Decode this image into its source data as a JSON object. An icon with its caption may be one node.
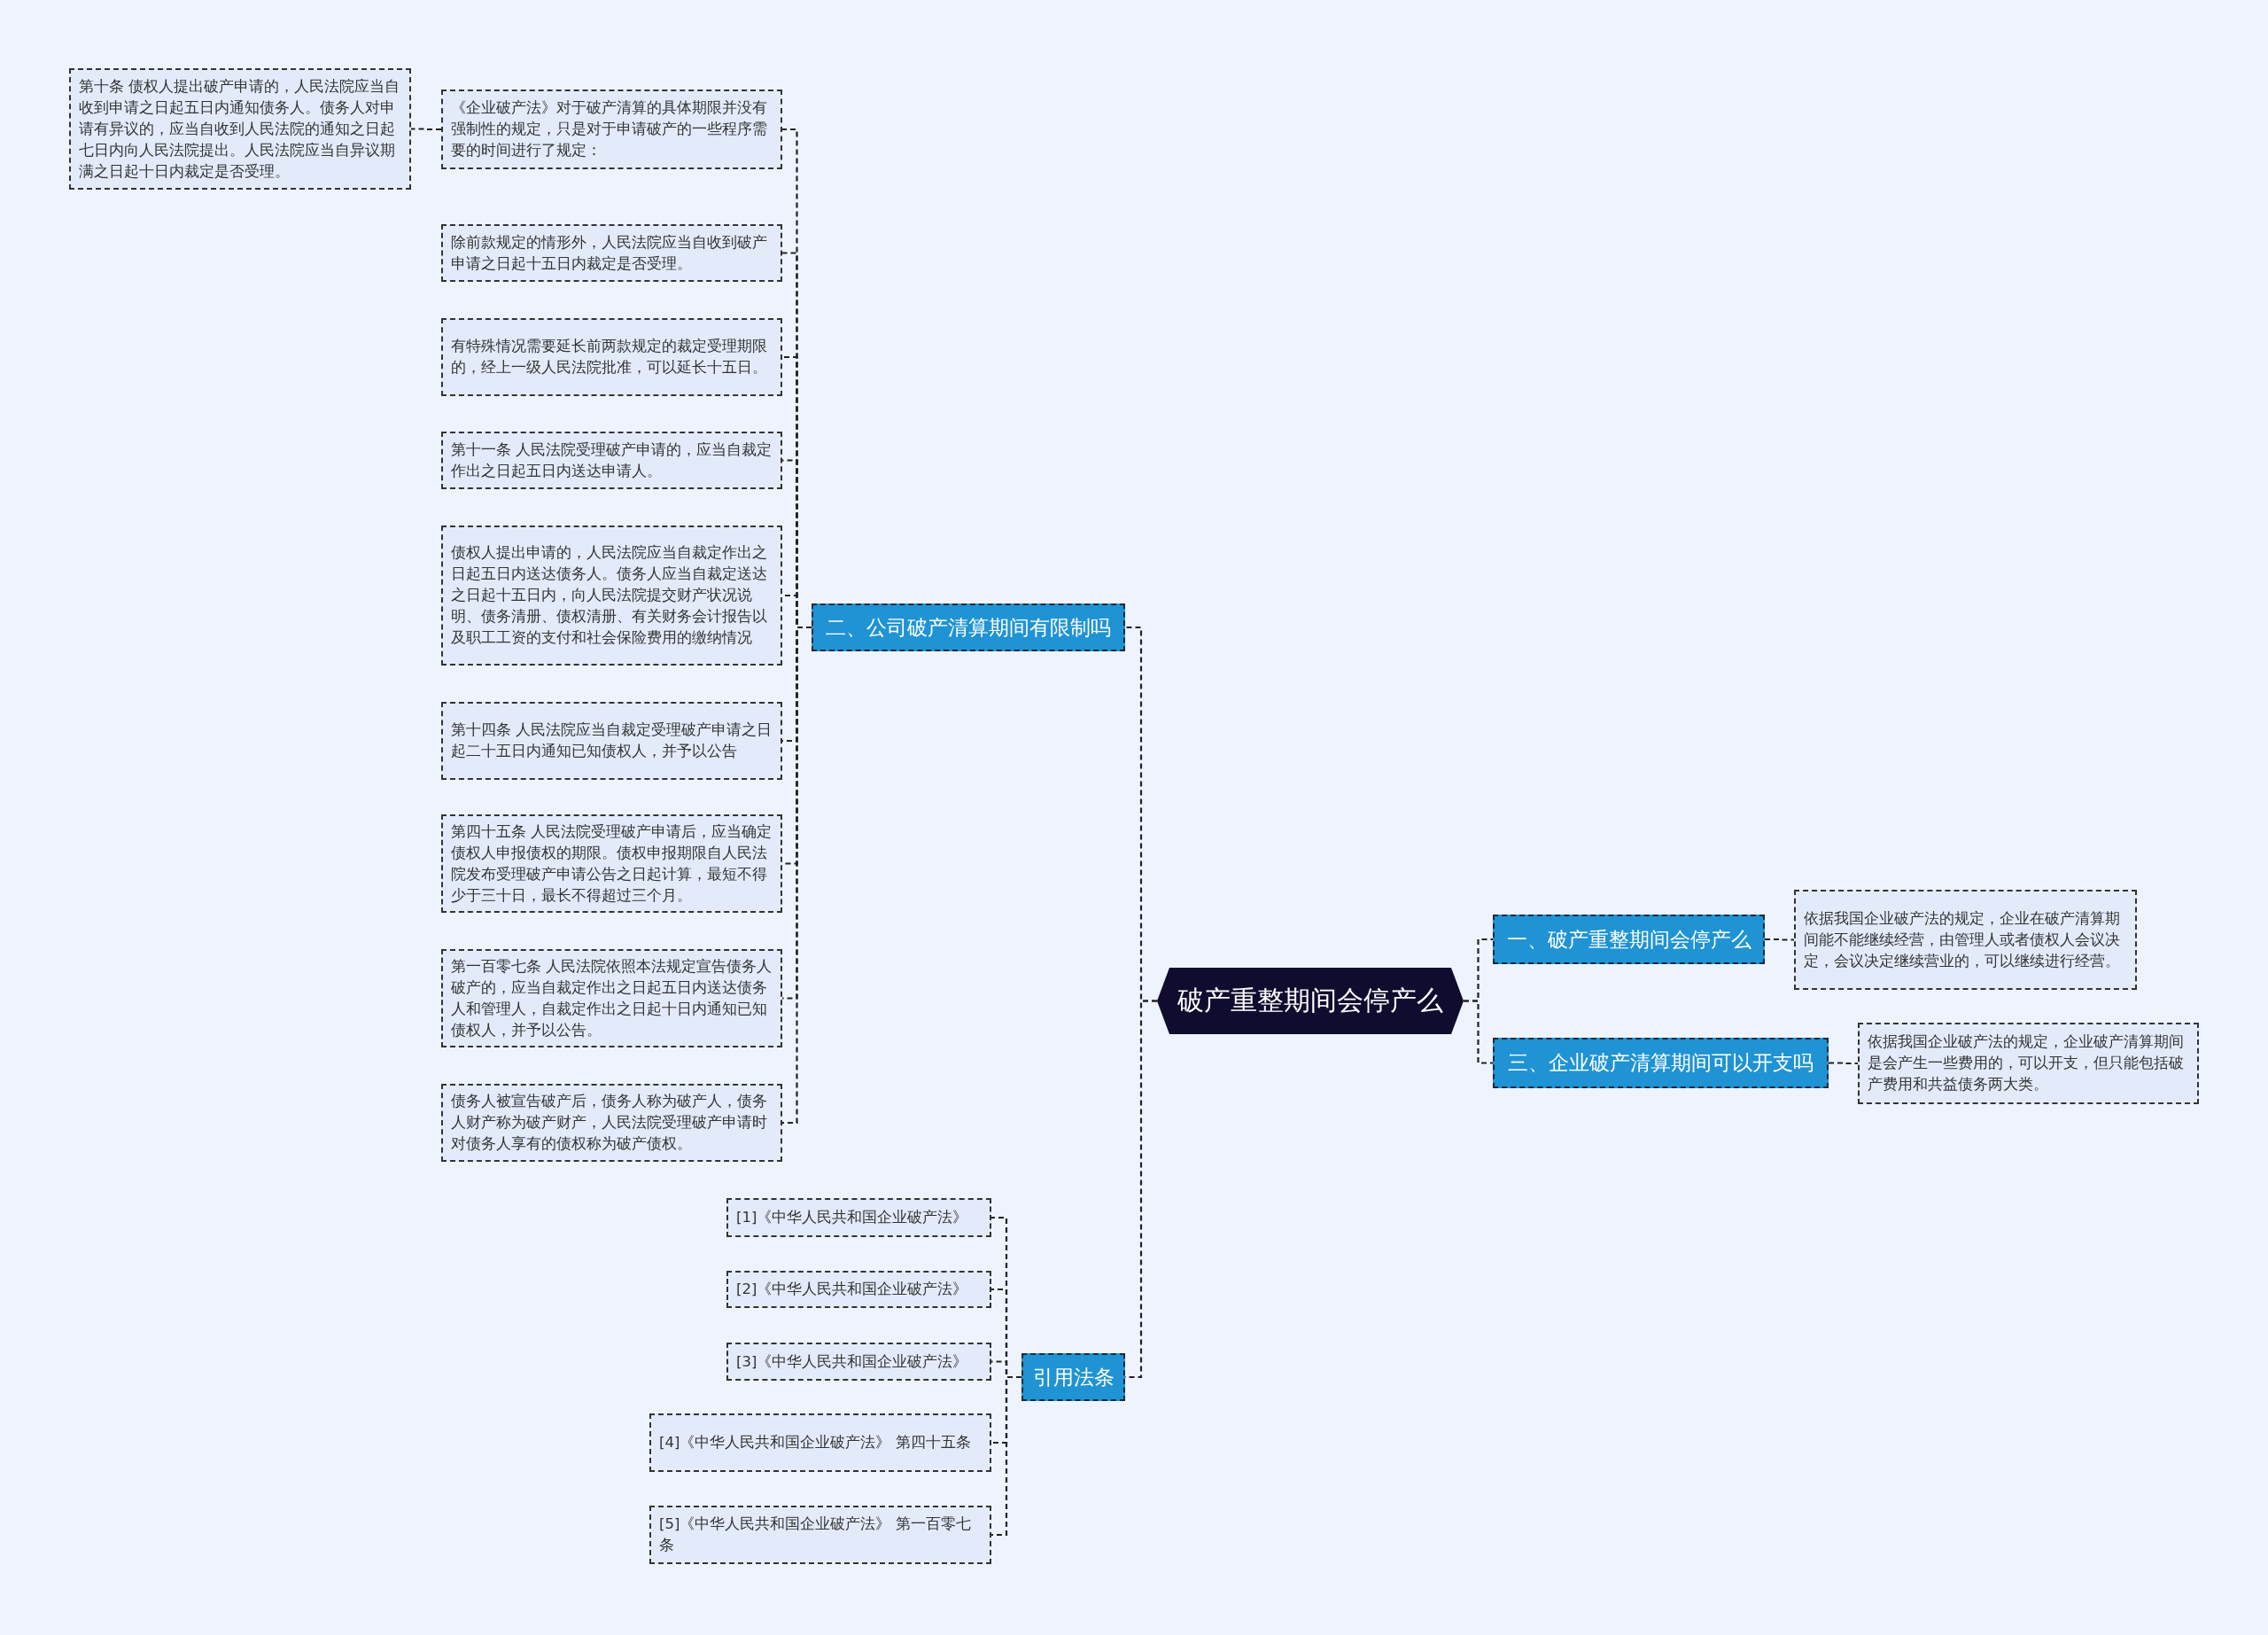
{
  "diagram": {
    "nodes": [
      {
        "text": [
          "破产重整期间会停产么"
        ]
      },
      {
        "text": [
          "一、破产重整期间会停产么"
        ]
      },
      {
        "text": [
          "依据我国企业破产法的规定，企业在破产清算期间能不能继续经营，由管理人或者债权人会议决定，会议决定继续营业的，可以继续进行经营。"
        ]
      },
      {
        "text": [
          "三、企业破产清算期间可以开支吗"
        ]
      },
      {
        "text": [
          "依据我国企业破产法的规定，企业破产清算期间是会产生一些费用的，可以开支，但只能包括破产费用和共益债务两大类。"
        ]
      },
      {
        "text": [
          "二、公司破产清算期间有限制吗"
        ]
      },
      {
        "text": [
          "《企业破产法》对于破产清算的具体期限并没有强制性的规定，只是对于申请破产的一些程序需要的时间进行了规定："
        ]
      },
      {
        "text": [
          "第十条 债权人提出破产申请的，人民法院应当自收到申请之日起五日内通知债务人。债务人对申请有异议的，应当自收到人民法院的通知之日起七日内向人民法院提出。人民法院应当自异议期满之日起十日内裁定是否受理。"
        ]
      },
      {
        "text": [
          "除前款规定的情形外，人民法院应当自收到破产申请之日起十五日内裁定是否受理。"
        ]
      },
      {
        "text": [
          "有特殊情况需要延长前两款规定的裁定受理期限的，经上一级人民法院批准，可以延长十五日。"
        ]
      },
      {
        "text": [
          "第十一条 人民法院受理破产申请的，应当自裁定作出之日起五日内送达申请人。"
        ]
      },
      {
        "text": [
          "债权人提出申请的，人民法院应当自裁定作出之日起五日内送达债务人。债务人应当自裁定送达之日起十五日内，向人民法院提交财产状况说明、债务清册、债权清册、有关财务会计报告以及职工工资的支付和社会保险费用的缴纳情况"
        ]
      },
      {
        "text": [
          "第十四条 人民法院应当自裁定受理破产申请之日起二十五日内通知已知债权人，并予以公告"
        ]
      },
      {
        "text": [
          "第四十五条 人民法院受理破产申请后，应当确定债权人申报债权的期限。债权申报期限自人民法院发布受理破产申请公告之日起计算，最短不得少于三十日，最长不得超过三个月。"
        ]
      },
      {
        "text": [
          "第一百零七条 人民法院依照本法规定宣告债务人破产的，应当自裁定作出之日起五日内送达债务人和管理人，自裁定作出之日起十日内通知已知债权人，并予以公告。"
        ]
      },
      {
        "text": [
          "债务人被宣告破产后，债务人称为破产人，债务人财产称为破产财产，人民法院受理破产申请时对债务人享有的债权称为破产债权。"
        ]
      },
      {
        "text": [
          "引用法条"
        ]
      },
      {
        "text": [
          "[1]《中华人民共和国企业破产法》"
        ]
      },
      {
        "text": [
          "[2]《中华人民共和国企业破产法》"
        ]
      },
      {
        "text": [
          "[3]《中华人民共和国企业破产法》"
        ]
      },
      {
        "text": [
          "[4]《中华人民共和国企业破产法》 第四十五条"
        ]
      },
      {
        "text": [
          "[5]《中华人民共和国企业破产法》 第一百零七条"
        ]
      }
    ],
    "edges": [
      {
        "from": 0,
        "to": 1,
        "arrow": "none"
      },
      {
        "from": 1,
        "to": 2,
        "arrow": "none"
      },
      {
        "from": 0,
        "to": 3,
        "arrow": "none"
      },
      {
        "from": 3,
        "to": 4,
        "arrow": "none"
      },
      {
        "from": 0,
        "to": 5,
        "arrow": "none"
      },
      {
        "from": 5,
        "to": 6,
        "arrow": "none"
      },
      {
        "from": 6,
        "to": 7,
        "arrow": "none"
      },
      {
        "from": 5,
        "to": 8,
        "arrow": "none"
      },
      {
        "from": 5,
        "to": 9,
        "arrow": "none"
      },
      {
        "from": 5,
        "to": 10,
        "arrow": "none"
      },
      {
        "from": 5,
        "to": 11,
        "arrow": "none"
      },
      {
        "from": 5,
        "to": 12,
        "arrow": "none"
      },
      {
        "from": 5,
        "to": 13,
        "arrow": "none"
      },
      {
        "from": 5,
        "to": 14,
        "arrow": "none"
      },
      {
        "from": 5,
        "to": 15,
        "arrow": "none"
      },
      {
        "from": 0,
        "to": 16,
        "arrow": "none"
      },
      {
        "from": 16,
        "to": 17,
        "arrow": "none"
      },
      {
        "from": 16,
        "to": 18,
        "arrow": "none"
      },
      {
        "from": 16,
        "to": 19,
        "arrow": "none"
      },
      {
        "from": 16,
        "to": 20,
        "arrow": "none"
      },
      {
        "from": 16,
        "to": 21,
        "arrow": "none"
      }
    ]
  }
}
